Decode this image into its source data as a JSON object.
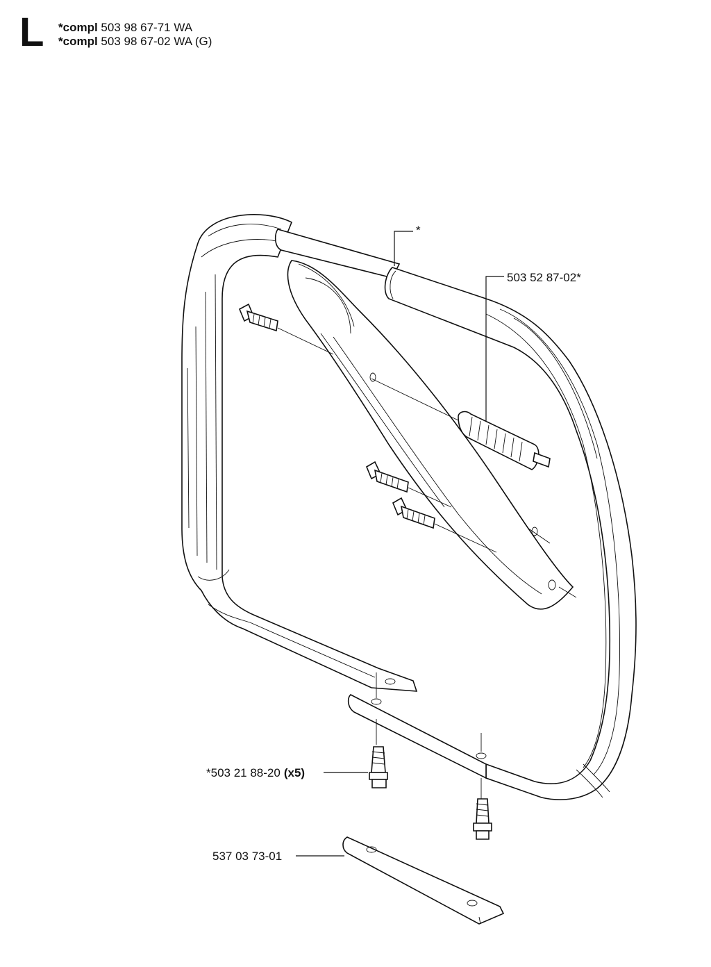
{
  "header": {
    "section_letter": "L",
    "lines": [
      {
        "prefix": "*compl",
        "text": "503 98 67-71 WA"
      },
      {
        "prefix": "*compl",
        "text": "503 98 67-02 WA (G)"
      }
    ]
  },
  "callouts": {
    "star": "*",
    "grip": "503 52 87-02*",
    "screw_part": "*503 21 88-20",
    "screw_qty": "(x5)",
    "plate": "537 03 73-01"
  }
}
